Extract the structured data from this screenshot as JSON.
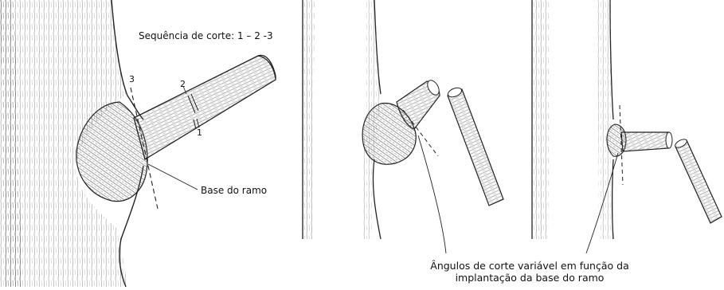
{
  "figure": {
    "sequence_label": "Sequência de corte: 1 – 2 -3",
    "cut_numbers": [
      "1",
      "2",
      "3"
    ],
    "base_label": "Base do ramo",
    "caption_lines": [
      "Ângulos de corte variável em função da",
      "implantação da base do ramo"
    ]
  },
  "colors": {
    "ink": "#111111",
    "background": "#ffffff"
  }
}
